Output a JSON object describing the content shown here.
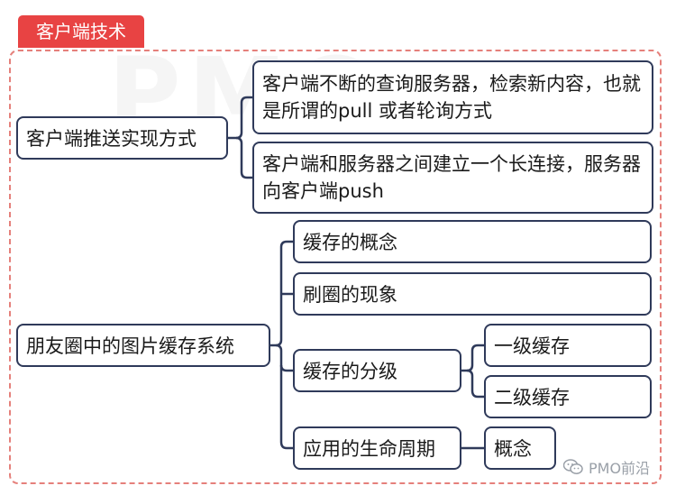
{
  "title": "客户端技术",
  "nodes": {
    "push_methods": "客户端推送实现方式",
    "polling": "客户端不断的查询服务器，检索新内容，也就是所谓的pull 或者轮询方式",
    "long_connection": "客户端和服务器之间建立一个长连接，服务器向客户端push",
    "moments_cache": "朋友圈中的图片缓存系统",
    "cache_concept": "缓存的概念",
    "refresh_loop": "刷圈的现象",
    "cache_levels": "缓存的分级",
    "level1": "一级缓存",
    "level2": "二级缓存",
    "lifecycle": "应用的生命周期",
    "concept": "概念"
  },
  "watermark": "PMO前沿",
  "watermark_icon": "wechat-icon",
  "colors": {
    "title_bg": "#e84343",
    "frame": "#e5807b",
    "node_border": "#2f3a5a"
  }
}
